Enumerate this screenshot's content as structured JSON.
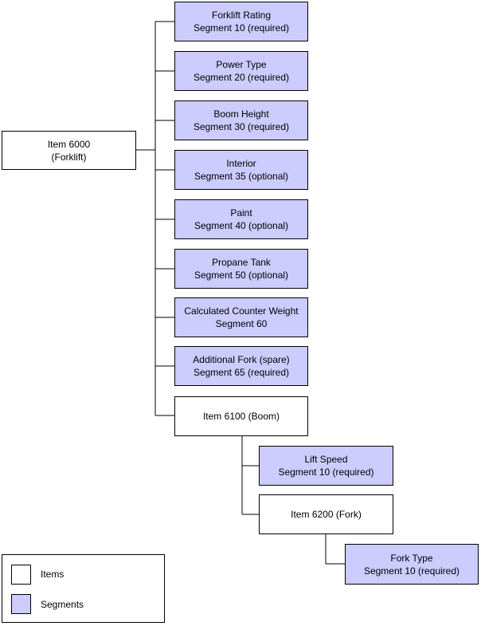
{
  "colors": {
    "item_fill": "#ffffff",
    "segment_fill": "#ccccff",
    "line": "#000000"
  },
  "nodes": {
    "item_6000": {
      "line1": "Item 6000",
      "line2": "(Forklift)"
    },
    "seg_forklift_rating": {
      "line1": "Forklift Rating",
      "line2": "Segment 10 (required)"
    },
    "seg_power_type": {
      "line1": "Power Type",
      "line2": "Segment 20 (required)"
    },
    "seg_boom_height": {
      "line1": "Boom Height",
      "line2": "Segment 30 (required)"
    },
    "seg_interior": {
      "line1": "Interior",
      "line2": "Segment 35 (optional)"
    },
    "seg_paint": {
      "line1": "Paint",
      "line2": "Segment 40 (optional)"
    },
    "seg_propane_tank": {
      "line1": "Propane Tank",
      "line2": "Segment 50 (optional)"
    },
    "seg_counter_weight": {
      "line1": "Calculated Counter Weight",
      "line2": "Segment 60"
    },
    "seg_additional_fork": {
      "line1": "Additional Fork (spare)",
      "line2": "Segment 65 (required)"
    },
    "item_6100": {
      "line1": "Item 6100 (Boom)"
    },
    "seg_lift_speed": {
      "line1": "Lift Speed",
      "line2": "Segment 10 (required)"
    },
    "item_6200": {
      "line1": "Item 6200 (Fork)"
    },
    "seg_fork_type": {
      "line1": "Fork Type",
      "line2": "Segment 10 (required)"
    }
  },
  "legend": {
    "items_label": "Items",
    "segments_label": "Segments"
  }
}
